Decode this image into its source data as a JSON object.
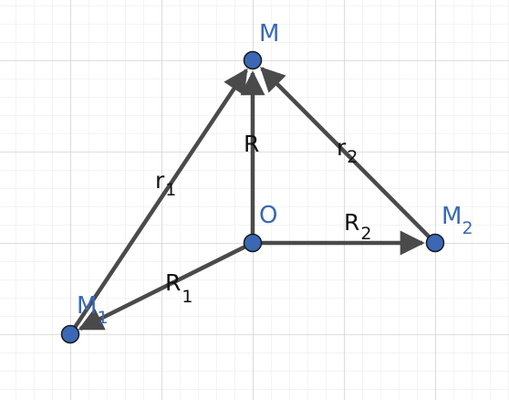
{
  "colors": {
    "background": "#ffffff",
    "grid_minor": "#e8e8e8",
    "grid_major": "#c9c9c9",
    "vector": "#4a4a4a",
    "point_fill": "#3a68b5",
    "point_stroke": "#1a1a1a",
    "point_label": "#3a68b5",
    "vector_label": "#111111"
  },
  "points": {
    "O": {
      "label": "O",
      "sub": ""
    },
    "M": {
      "label": "M",
      "sub": ""
    },
    "M1": {
      "label": "M",
      "sub": "1"
    },
    "M2": {
      "label": "M",
      "sub": "2"
    }
  },
  "vectors": {
    "R": {
      "label": "R",
      "sub": "",
      "from": "O",
      "to": "M"
    },
    "R1": {
      "label": "R",
      "sub": "1",
      "from": "O",
      "to": "M1"
    },
    "R2": {
      "label": "R",
      "sub": "2",
      "from": "O",
      "to": "M2"
    },
    "r1": {
      "label": "r",
      "sub": "1",
      "from": "M1",
      "to": "M"
    },
    "r2": {
      "label": "r",
      "sub": "2",
      "from": "M2",
      "to": "M"
    }
  }
}
